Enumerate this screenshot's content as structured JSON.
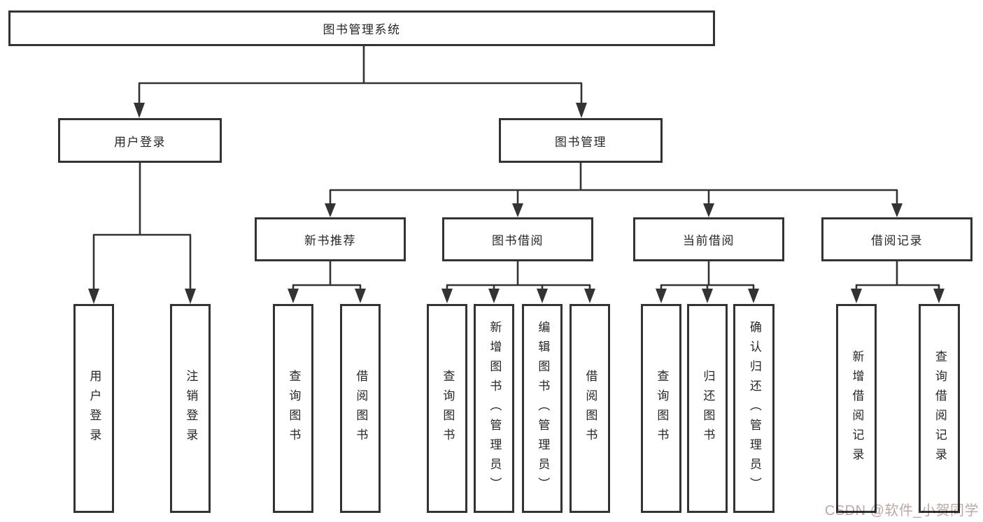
{
  "colors": {
    "line": "#333333",
    "text": "#262626",
    "background": "#ffffff",
    "watermark": "#bda6a6"
  },
  "nodes": {
    "root": "图书管理系统",
    "user_login": "用户登录",
    "book_management": "图书管理",
    "new_book_recommend": "新书推荐",
    "book_borrow": "图书借阅",
    "current_borrow": "当前借阅",
    "borrow_records": "借阅记录",
    "ul_user_login": "用户登录",
    "ul_logout": "注销登录",
    "nb_query_book": "查询图书",
    "nb_borrow_book": "借阅图书",
    "bb_query_book": "查询图书",
    "bb_add_book": "新增图书（管理员）",
    "bb_edit_book": "编辑图书（管理员）",
    "bb_borrow_book": "借阅图书",
    "cb_query_book": "查询图书",
    "cb_return_book": "归还图书",
    "cb_confirm_return": "确认归还（管理员）",
    "br_add_record": "新增借阅记录",
    "br_query_record": "查询借阅记录"
  },
  "watermark": "CSDN @软件_小贺同学"
}
